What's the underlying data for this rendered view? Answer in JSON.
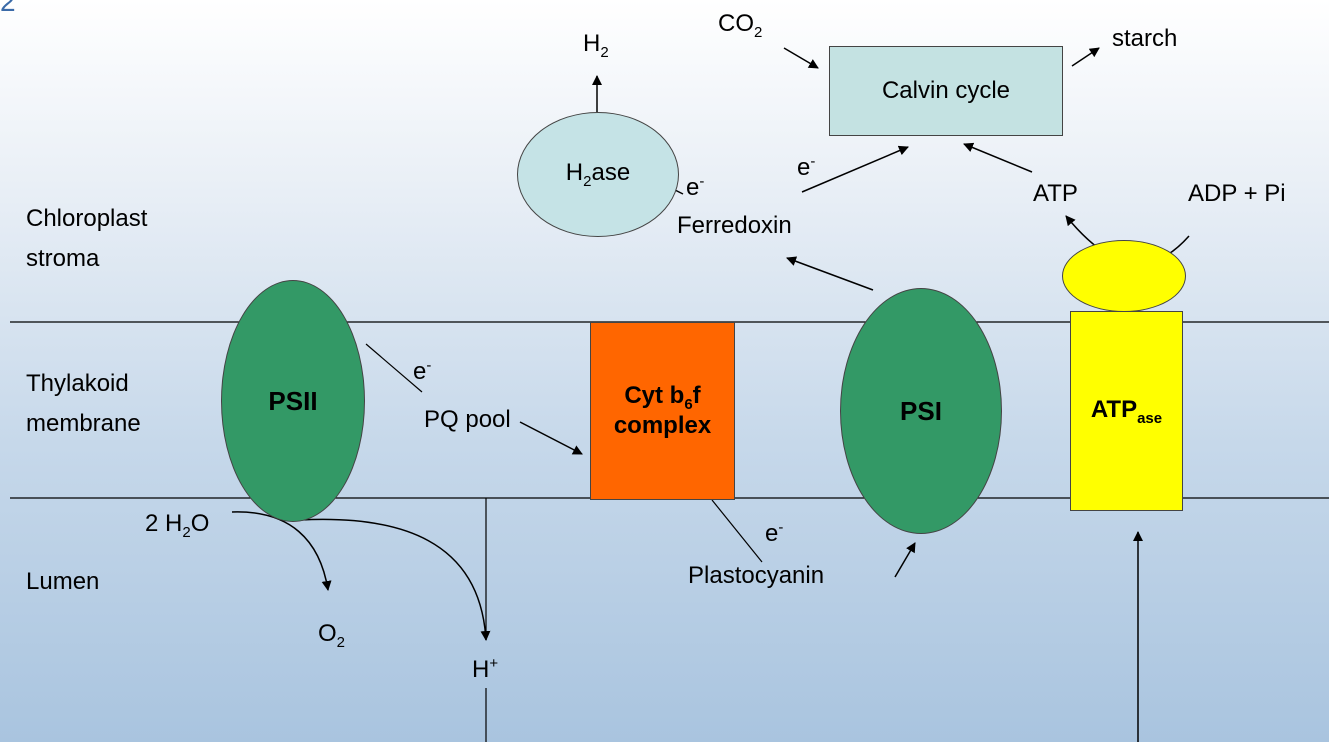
{
  "slide_number": "2",
  "regions": {
    "stroma_line1": "Chloroplast",
    "stroma_line2": "stroma",
    "thylakoid_line1": "Thylakoid",
    "thylakoid_line2": "membrane",
    "lumen": "Lumen"
  },
  "complexes": {
    "psii": "PSII",
    "psi": "PSI",
    "cyt_main": "Cyt b",
    "cyt_sub": "6",
    "cyt_end": "f",
    "cyt_line2": "complex",
    "atpase_main": "ATP",
    "atpase_sub": "ase",
    "h2ase_main": "H",
    "h2ase_sub": "2",
    "h2ase_end": "ase",
    "calvin": "Calvin cycle"
  },
  "labels": {
    "h2_main": "H",
    "h2_sub": "2",
    "co2_main": "CO",
    "co2_sub": "2",
    "starch": "starch",
    "electron": "e",
    "electron_charge": "-",
    "ferredoxin": "Ferredoxin",
    "atp": "ATP",
    "adp_pi": "ADP + Pi",
    "pq_pool": "PQ pool",
    "water_prefix": "2 H",
    "water_sub": "2",
    "water_end": "O",
    "o2_main": "O",
    "o2_sub": "2",
    "proton_main": "H",
    "proton_sup": "+",
    "plastocyanin": "Plastocyanin"
  },
  "colors": {
    "photosystem": "#339966",
    "cyt_b6f": "#ff6600",
    "atpase": "#ffff00",
    "h2ase": "#c5e3e6",
    "calvin": "#c4e2e2"
  }
}
